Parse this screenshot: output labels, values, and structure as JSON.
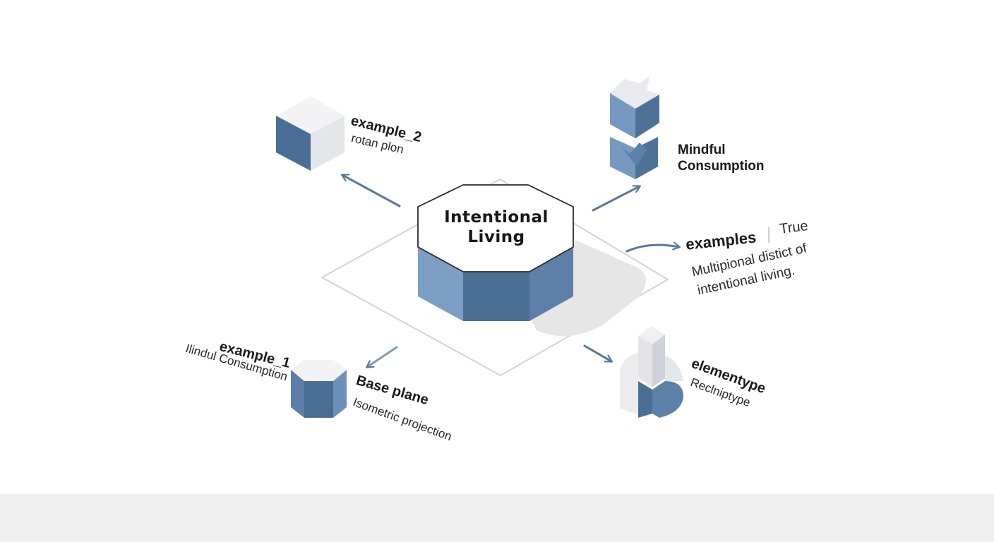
{
  "center": {
    "title_line1": "Intentional",
    "title_line2": "Living"
  },
  "nodes": {
    "top_left": {
      "title": "example_2",
      "subtitle": "rotan plon"
    },
    "top_right": {
      "title_line1": "Mindful",
      "title_line2": "Consumption"
    },
    "right": {
      "title": "examples",
      "tag": "True",
      "desc_line1": "Multipional distict of",
      "desc_line2": "intentional living."
    },
    "bottom_left": {
      "title": "example_1",
      "subtitle": "Ilindul Consumption"
    },
    "bottom_center": {
      "title": "Base plane",
      "subtitle": "Isometric projection"
    },
    "bottom_right": {
      "title": "elementype",
      "subtitle": "Reclniptype"
    }
  },
  "colors": {
    "accent_blue": "#5b80aa",
    "dark_blue": "#486c93",
    "light_face": "#e9ebee",
    "arrow": "#5a7899",
    "footer": "#eeeeee"
  },
  "icons": [
    "cube-icon",
    "hexagonal-prism-icon",
    "split-cube-icon",
    "curved-block-icon",
    "arrow-icon"
  ]
}
